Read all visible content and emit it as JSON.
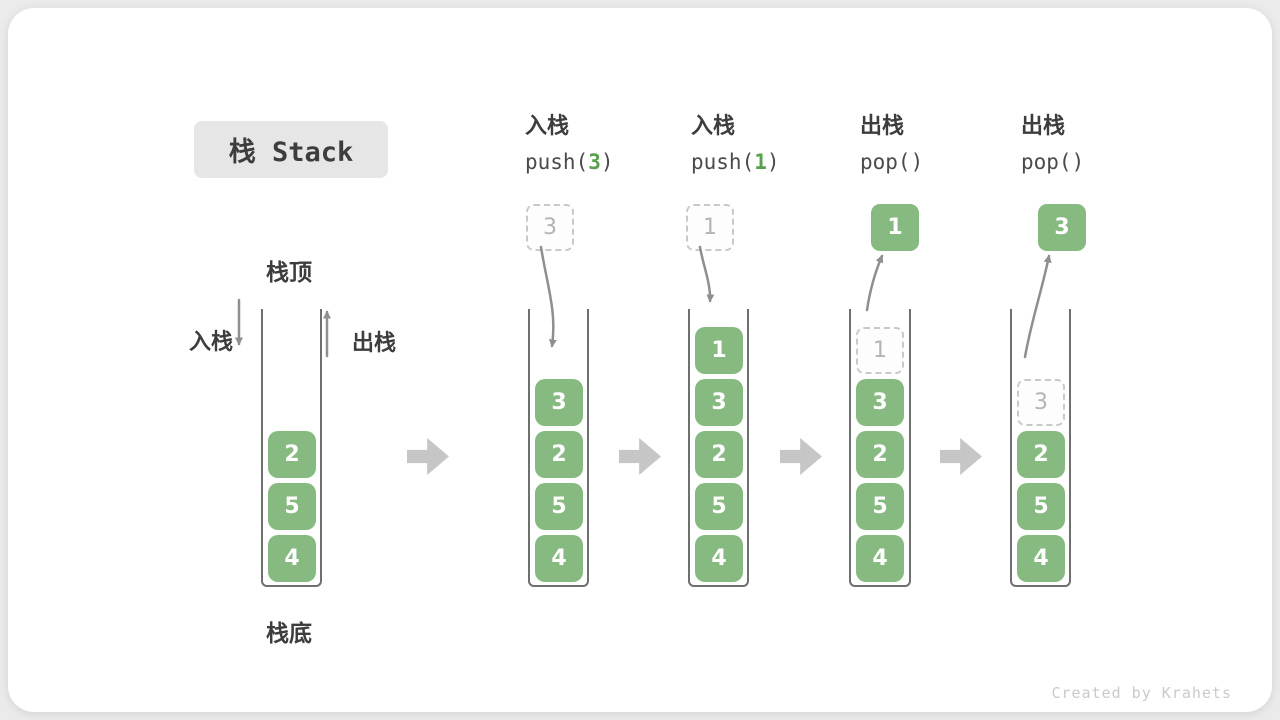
{
  "title": "栈 Stack",
  "annotations": {
    "stack_top": "栈顶",
    "stack_bottom": "栈底",
    "push_side": "入栈",
    "pop_side": "出栈"
  },
  "operations": [
    {
      "label": "入栈",
      "pre": "push(",
      "arg": "3",
      "post": ")"
    },
    {
      "label": "入栈",
      "pre": "push(",
      "arg": "1",
      "post": ")"
    },
    {
      "label": "出栈",
      "pre": "pop(",
      "arg": "",
      "post": ")"
    },
    {
      "label": "出栈",
      "pre": "pop(",
      "arg": "",
      "post": ")"
    }
  ],
  "floats": [
    {
      "value": "3",
      "style": "dashed"
    },
    {
      "value": "1",
      "style": "dashed"
    },
    {
      "value": "1",
      "style": "solid"
    },
    {
      "value": "3",
      "style": "solid"
    }
  ],
  "stacks": [
    {
      "ghost": null,
      "blocks": [
        "2",
        "5",
        "4"
      ]
    },
    {
      "ghost": null,
      "blocks": [
        "3",
        "2",
        "5",
        "4"
      ]
    },
    {
      "ghost": null,
      "blocks": [
        "1",
        "3",
        "2",
        "5",
        "4"
      ]
    },
    {
      "ghost": "1",
      "blocks": [
        "3",
        "2",
        "5",
        "4"
      ]
    },
    {
      "ghost": "3",
      "blocks": [
        "2",
        "5",
        "4"
      ]
    }
  ],
  "colors": {
    "block_green": "#87ba80",
    "digit_green": "#58a14e",
    "curve_arrow_gray": "#8f8f8f",
    "flow_arrow_gray": "#c6c6c6",
    "title_badge_bg": "#e6e6e6"
  },
  "watermark": "Created by Krahets"
}
